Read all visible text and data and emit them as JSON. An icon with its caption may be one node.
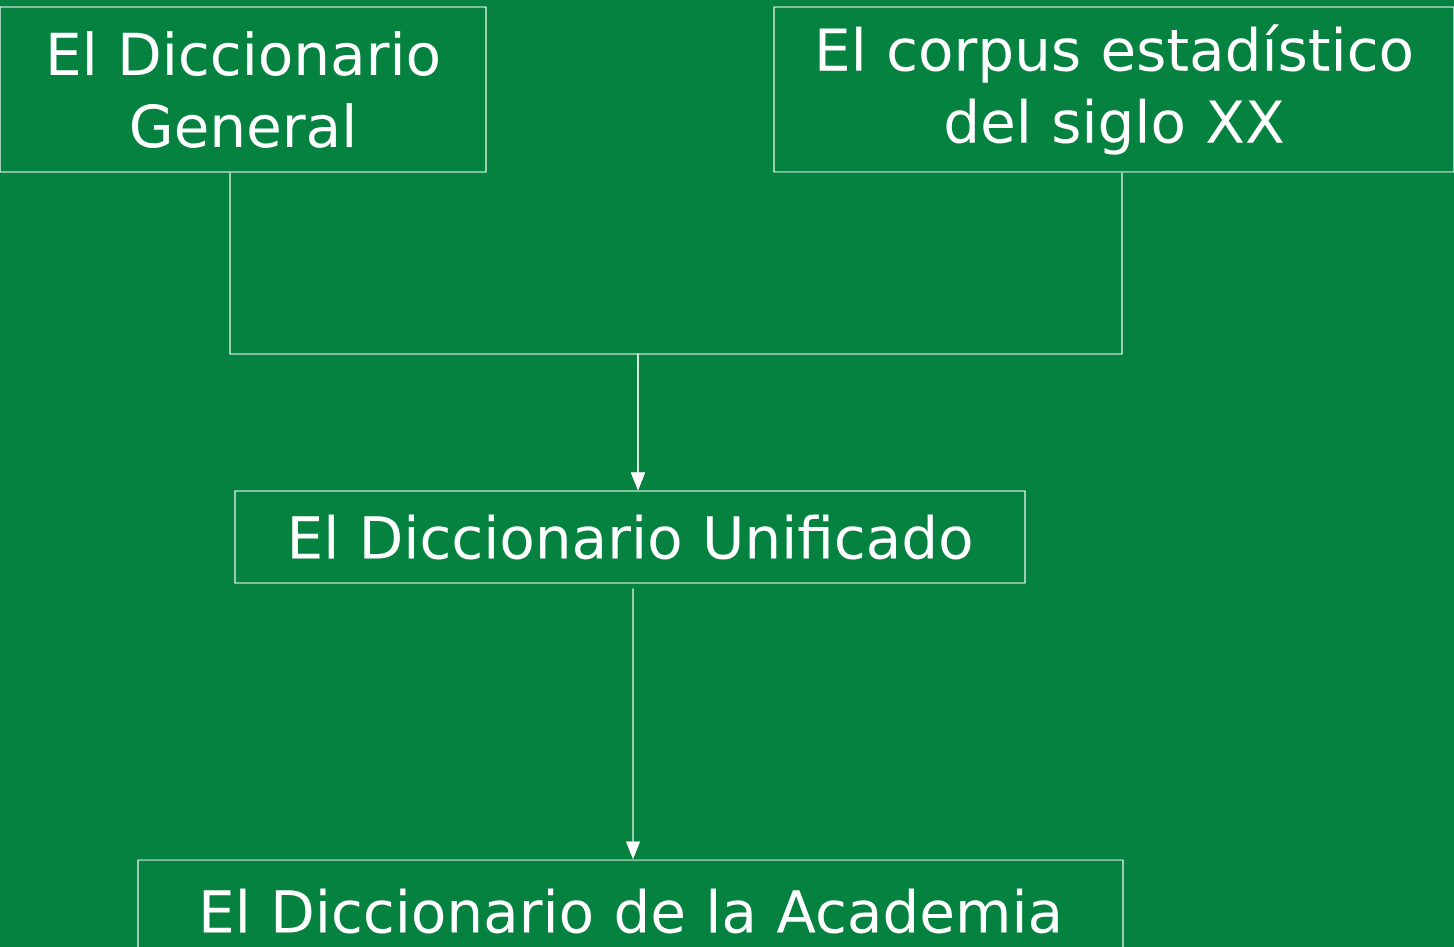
{
  "diagram": {
    "nodes": [
      {
        "text": [
          "El Diccionario General"
        ]
      },
      {
        "text": [
          "El corpus estadístico del siglo XX"
        ]
      },
      {
        "text": [
          "El Diccionario Unificado"
        ]
      },
      {
        "text": [
          "El Diccionario de la Academia"
        ]
      }
    ],
    "edges": [
      {
        "from": 0,
        "to": 2,
        "arrow": "to"
      },
      {
        "from": 1,
        "to": 2,
        "arrow": "to"
      },
      {
        "from": 2,
        "to": 3,
        "arrow": "to"
      }
    ]
  }
}
